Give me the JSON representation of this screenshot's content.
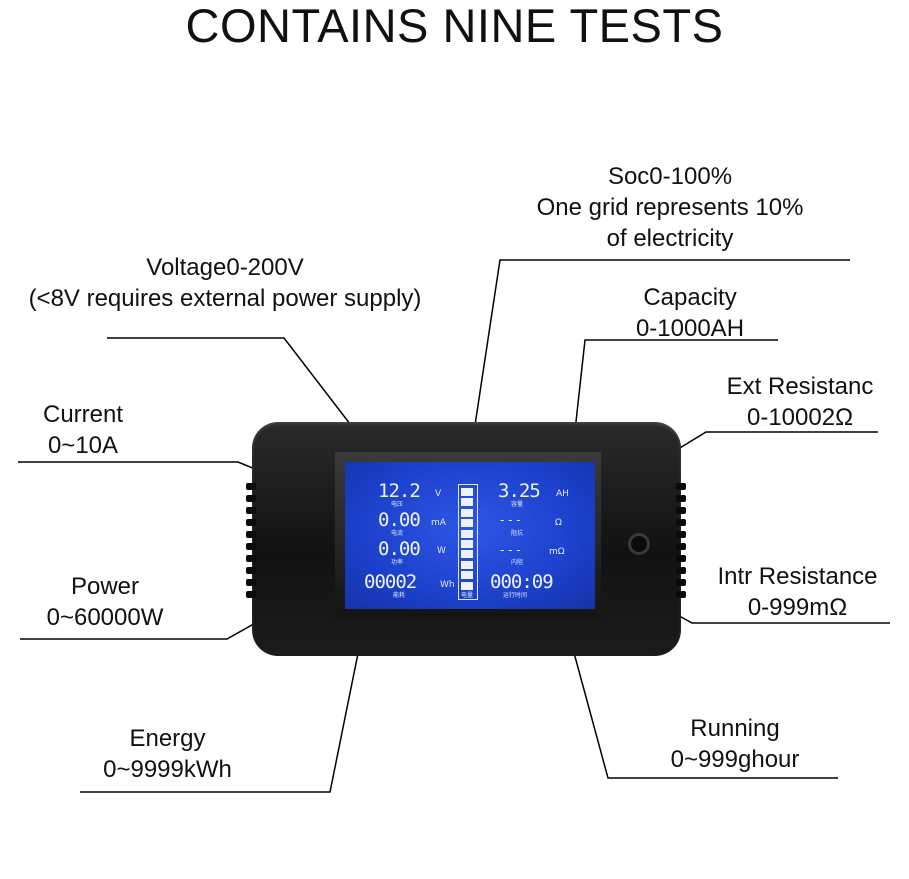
{
  "title": "CONTAINS NINE TESTS",
  "labels": {
    "soc": [
      "Soc0-100%",
      "One grid represents 10%",
      "of electricity"
    ],
    "voltage": [
      "Voltage0-200V",
      "(<8V requires external power supply)"
    ],
    "capacity": [
      "Capacity",
      "0-1000AH"
    ],
    "ext_resistance": [
      "Ext Resistanc",
      "0-10002Ω"
    ],
    "current": [
      "Current",
      "0~10A"
    ],
    "power": [
      "Power",
      "0~60000W"
    ],
    "intr_resistance": [
      "Intr Resistance",
      "0-999mΩ"
    ],
    "energy": [
      "Energy",
      "0~9999kWh"
    ],
    "running": [
      "Running",
      "0~999ghour"
    ]
  },
  "display": {
    "voltage_value": "12.2",
    "voltage_unit": "V",
    "voltage_cn": "电压",
    "current_value": "0.00",
    "current_unit": "mA",
    "current_cn": "电流",
    "power_value": "0.00",
    "power_unit": "W",
    "power_cn": "功率",
    "energy_value": "00002",
    "energy_unit": "Wh",
    "energy_cn": "能耗",
    "capacity_value": "3.25",
    "capacity_unit": "AH",
    "capacity_cn": "容量",
    "ext_value": "- - -",
    "ext_unit": "Ω",
    "ext_cn": "阻抗",
    "intr_value": "- - -",
    "intr_unit": "mΩ",
    "intr_cn": "内阻",
    "time_value": "000:09",
    "time_cn": "运行时间",
    "battery_cn": "电量",
    "battery_cells": 10
  }
}
